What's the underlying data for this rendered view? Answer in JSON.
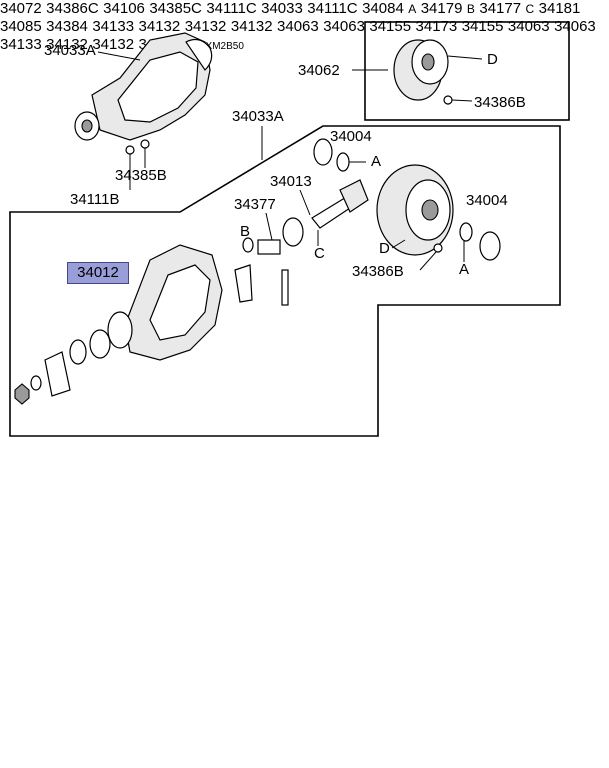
{
  "diagram": {
    "part_numbers": {
      "housing_top": "34033A",
      "housing_callout": "34033A",
      "cover_assy": "34062",
      "bolt_cover": "34386B",
      "bearing_upper": "34004",
      "pinion_shaft": "34013",
      "spacer": "34377",
      "bearing_right": "34004",
      "bolt_ring": "34386B",
      "selected_part": "34012",
      "seal": "34072",
      "bolt_housing": "34386C",
      "flange": "34106",
      "washer": "34385C",
      "nut": "34111C",
      "housing_bottom": "34033",
      "gear_set": "34111C",
      "gear_set_group": "34084",
      "nut_top": "34385B",
      "bolt_top": "34111B",
      "spring_a": "34179",
      "spring_b": "34177",
      "spring_c": "34181",
      "pinion_set": "34085",
      "bolt_d": "34384",
      "plate_1": "34133",
      "plate_2": "34132",
      "plate_3": "34132",
      "plate_4": "34132",
      "plate_5": "34063",
      "plate_6": "34063",
      "ring": "34155",
      "gear_d": "34173",
      "ring_2": "34155",
      "plate_7": "34063",
      "plate_8": "34063",
      "plate_9": "34133",
      "plate_r1": "34132",
      "plate_r2": "34132",
      "plate_r3": "34132"
    },
    "ref_letters": {
      "a1": "A",
      "a2": "A",
      "b1": "B",
      "c1": "C",
      "d1": "D",
      "d2": "D",
      "box_a": "A",
      "box_b": "B",
      "box_c": "C",
      "bottom_d": "D"
    },
    "diagram_code": "3XM2B50"
  }
}
